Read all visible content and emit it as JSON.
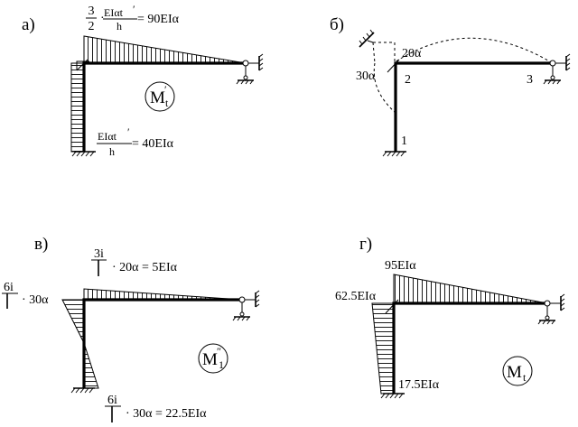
{
  "panels": {
    "a": {
      "label": "а)",
      "top_coef_num": "3",
      "top_coef_den": "2",
      "top_frac_num": "EIαt",
      "top_frac_prime": "′",
      "top_frac_den": "h",
      "top_value": "= 90EIα",
      "bot_frac_num": "EIαt",
      "bot_frac_prime": "′",
      "bot_frac_den": "h",
      "bot_value": "= 40EIα",
      "diagram_name": "M",
      "diagram_prime": "′",
      "diagram_sub": "t"
    },
    "b": {
      "label": "б)",
      "val_top": "20α",
      "val_left": "30α",
      "node_1": "1",
      "node_2": "2",
      "node_3": "3"
    },
    "v": {
      "label": "в)",
      "top_coef": "3i",
      "top_expr": "· 20α = 5EIα",
      "left_coef": "6i",
      "left_expr": "· 30α",
      "bot_coef": "6i",
      "bot_expr": "· 30α = 22.5EIα",
      "diagram_name": "M",
      "diagram_prime": "″",
      "diagram_sub": "1"
    },
    "g": {
      "label": "г)",
      "top_value": "95EIα",
      "corner_value": "62.5EIα",
      "bot_value": "17.5EIα",
      "diagram_name": "M",
      "diagram_sub": "t"
    }
  }
}
